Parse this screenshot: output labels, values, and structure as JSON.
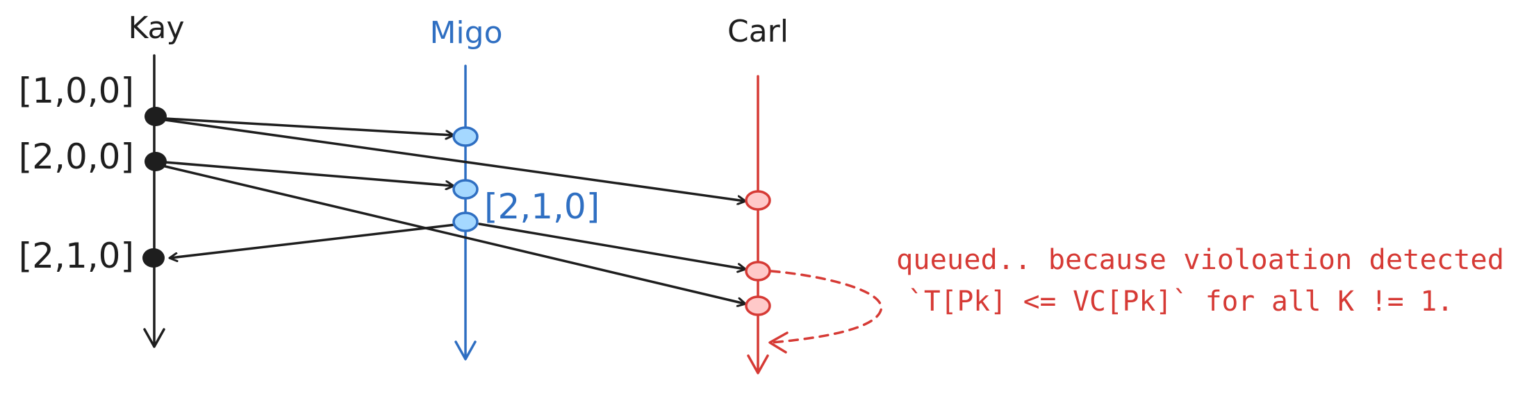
{
  "processes": {
    "kay": {
      "name": "Kay"
    },
    "migo": {
      "name": "Migo"
    },
    "carl": {
      "name": "Carl"
    }
  },
  "clocks": {
    "kay_event_1": "[1,0,0]",
    "kay_event_2": "[2,0,0]",
    "kay_event_3": "[2,1,0]",
    "migo_event_2": "[2,1,0]"
  },
  "annotation": {
    "line1": "queued.. because violoation detected",
    "line2": "`T[Pk] <= VC[Pk]` for all K != 1."
  },
  "colors": {
    "kay": "#1e1e1e",
    "migo": "#2f6fc2",
    "migo_fill": "#a5d8ff",
    "carl": "#d63a35",
    "carl_fill": "#ffc9c9"
  }
}
